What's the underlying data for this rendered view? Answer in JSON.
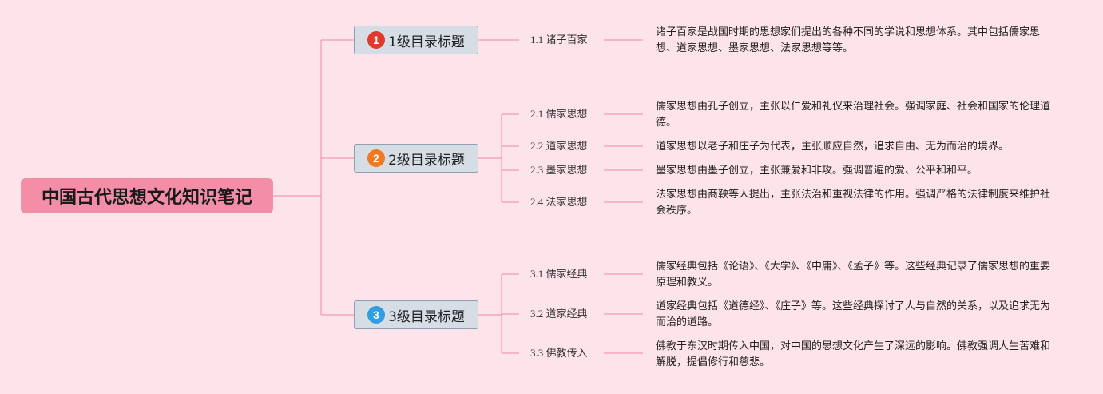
{
  "root": {
    "title": "中国古代思想文化知识笔记"
  },
  "colors": {
    "background": "#fde3ea",
    "root": "#f48da8",
    "line": "#f29bb3",
    "badge1": "#e03a2f",
    "badge2": "#ef7a22",
    "badge3": "#2f9ee4"
  },
  "topics": [
    {
      "badge": "1",
      "label": "1级目录标题",
      "children": [
        {
          "label": "1.1 诸子百家",
          "desc": "诸子百家是战国时期的思想家们提出的各种不同的学说和思想体系。其中包括儒家思想、道家思想、墨家思想、法家思想等等。"
        }
      ]
    },
    {
      "badge": "2",
      "label": "2级目录标题",
      "children": [
        {
          "label": "2.1 儒家思想",
          "desc": "儒家思想由孔子创立，主张以仁爱和礼仪来治理社会。强调家庭、社会和国家的伦理道德。"
        },
        {
          "label": "2.2 道家思想",
          "desc": "道家思想以老子和庄子为代表，主张顺应自然，追求自由、无为而治的境界。"
        },
        {
          "label": "2.3 墨家思想",
          "desc": "墨家思想由墨子创立，主张兼爱和非攻。强调普遍的爱、公平和和平。"
        },
        {
          "label": "2.4 法家思想",
          "desc": "法家思想由商鞅等人提出，主张法治和重视法律的作用。强调严格的法律制度来维护社会秩序。"
        }
      ]
    },
    {
      "badge": "3",
      "label": "3级目录标题",
      "children": [
        {
          "label": "3.1 儒家经典",
          "desc": "儒家经典包括《论语》、《大学》、《中庸》、《孟子》等。这些经典记录了儒家思想的重要原理和教义。"
        },
        {
          "label": "3.2 道家经典",
          "desc": "道家经典包括《道德经》、《庄子》等。这些经典探讨了人与自然的关系，以及追求无为而治的道路。"
        },
        {
          "label": "3.3 佛教传入",
          "desc": "佛教于东汉时期传入中国，对中国的思想文化产生了深远的影响。佛教强调人生苦难和解脱，提倡修行和慈悲。"
        }
      ]
    }
  ]
}
